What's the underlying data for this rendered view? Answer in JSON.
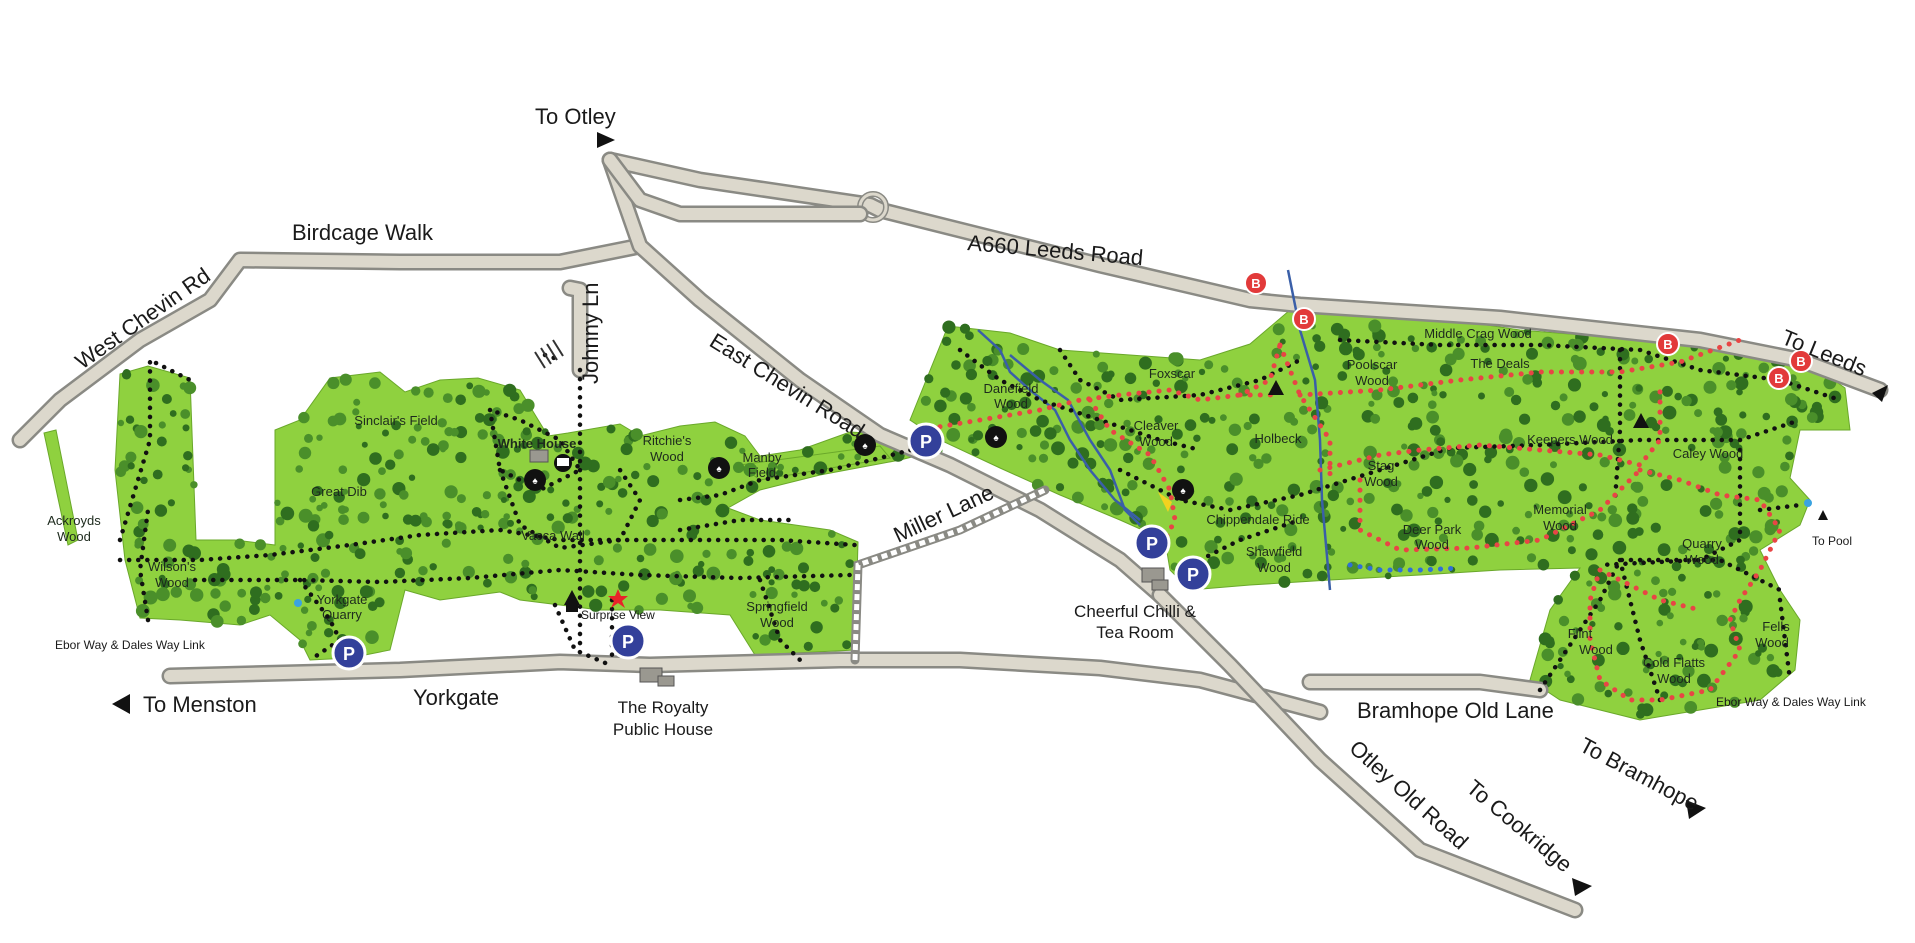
{
  "roads": {
    "a660": "A660 Leeds Road",
    "birdcage": "Birdcage Walk",
    "west_chevin": "West Chevin Rd",
    "johnny": "Johnny Ln",
    "east_chevin": "East Chevin Road",
    "miller": "Miller Lane",
    "yorkgate": "Yorkgate",
    "otley_old": "Otley Old Road",
    "bramhope_old": "Bramhope Old Lane"
  },
  "directions": {
    "otley": "To Otley",
    "leeds": "To Leeds",
    "menston": "To Menston",
    "cookridge": "To Cookridge",
    "bramhope": "To Bramhope",
    "pool": "To Pool"
  },
  "places": {
    "royalty_1": "The Royalty",
    "royalty_2": "Public House",
    "chilli_1": "Cheerful Chilli &",
    "chilli_2": "Tea Room",
    "white_house": "White House",
    "surprise": "Surprise View",
    "ebor_w": "Ebor Way & Dales Way Link",
    "ebor_e": "Ebor Way & Dales Way Link"
  },
  "woods": {
    "ackroyds_1": "Ackroyds",
    "ackroyds_2": "Wood",
    "wilsons_1": "Wilson's",
    "wilsons_2": "Wood",
    "yorkgate_1": "Yorkgate",
    "yorkgate_2": "Quarry",
    "great_dib": "Great Dib",
    "sinclairs": "Sinclair's Field",
    "ritchies_1": "Ritchie's",
    "ritchies_2": "Wood",
    "manby_1": "Manby",
    "manby_2": "Field",
    "vacca": "Vacca Wall",
    "springfield_1": "Springfield",
    "springfield_2": "Wood",
    "danefield_1": "Danefield",
    "danefield_2": "Wood",
    "foxscar": "Foxscar",
    "cleaver_1": "Cleaver",
    "cleaver_2": "Wood",
    "holbeck": "Holbeck",
    "chippendale": "Chippendale Ride",
    "shawfield_1": "Shawfield",
    "shawfield_2": "Wood",
    "poolscar_1": "Poolscar",
    "poolscar_2": "Wood",
    "middle_crag": "Middle Crag Wood",
    "the_deals": "The Deals",
    "stag_1": "Stag",
    "stag_2": "Wood",
    "deer_park_1": "Deer Park",
    "deer_park_2": "Wood",
    "keepers": "Keepers Wood",
    "memorial_1": "Memorial",
    "memorial_2": "Wood",
    "caley": "Caley Wood",
    "quarry_1": "Quarry",
    "quarry_2": "Wood",
    "flint_1": "Flint",
    "flint_2": "Wood",
    "cold_flatts_1": "Cold Flatts",
    "cold_flatts_2": "Wood",
    "fells_1": "Fells",
    "fells_2": "Wood"
  },
  "icons": {
    "parking": "P",
    "bus": "B"
  },
  "colors": {
    "woodland": "#8fd13f",
    "trees": "#2f6e1f",
    "parking": "#33409a",
    "bus_stop": "#e23a3a",
    "red_trail": "#e84545",
    "blue_trail": "#2f6fd8"
  }
}
